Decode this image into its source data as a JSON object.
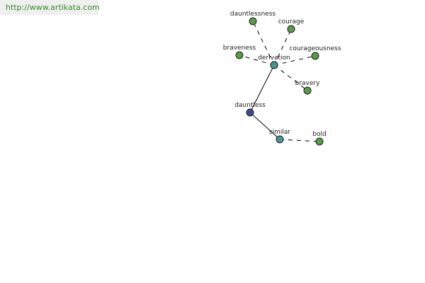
{
  "header": {
    "url": "http://www.artikata.com"
  },
  "colors": {
    "word": "#5a9a4c",
    "relation": "#4c9494",
    "root": "#3e4a8c"
  },
  "graph": {
    "nodes": [
      {
        "id": "dauntless",
        "label": "dauntless",
        "kind": "root"
      },
      {
        "id": "derivation",
        "label": "derivation",
        "kind": "relation"
      },
      {
        "id": "similar",
        "label": "similar",
        "kind": "relation"
      },
      {
        "id": "dauntlessness",
        "label": "dauntlessness",
        "kind": "word"
      },
      {
        "id": "courage",
        "label": "courage",
        "kind": "word"
      },
      {
        "id": "braveness",
        "label": "braveness",
        "kind": "word"
      },
      {
        "id": "courageousness",
        "label": "courageousness",
        "kind": "word"
      },
      {
        "id": "bravery",
        "label": "bravery",
        "kind": "word"
      },
      {
        "id": "bold",
        "label": "bold",
        "kind": "word"
      }
    ],
    "edges": [
      {
        "from": "dauntless",
        "to": "derivation",
        "style": "solid"
      },
      {
        "from": "dauntless",
        "to": "similar",
        "style": "solid"
      },
      {
        "from": "derivation",
        "to": "dauntlessness",
        "style": "dashed"
      },
      {
        "from": "derivation",
        "to": "courage",
        "style": "dashed"
      },
      {
        "from": "derivation",
        "to": "braveness",
        "style": "dashed"
      },
      {
        "from": "derivation",
        "to": "courageousness",
        "style": "dashed"
      },
      {
        "from": "derivation",
        "to": "bravery",
        "style": "dashed"
      },
      {
        "from": "similar",
        "to": "bold",
        "style": "dashed"
      }
    ]
  }
}
